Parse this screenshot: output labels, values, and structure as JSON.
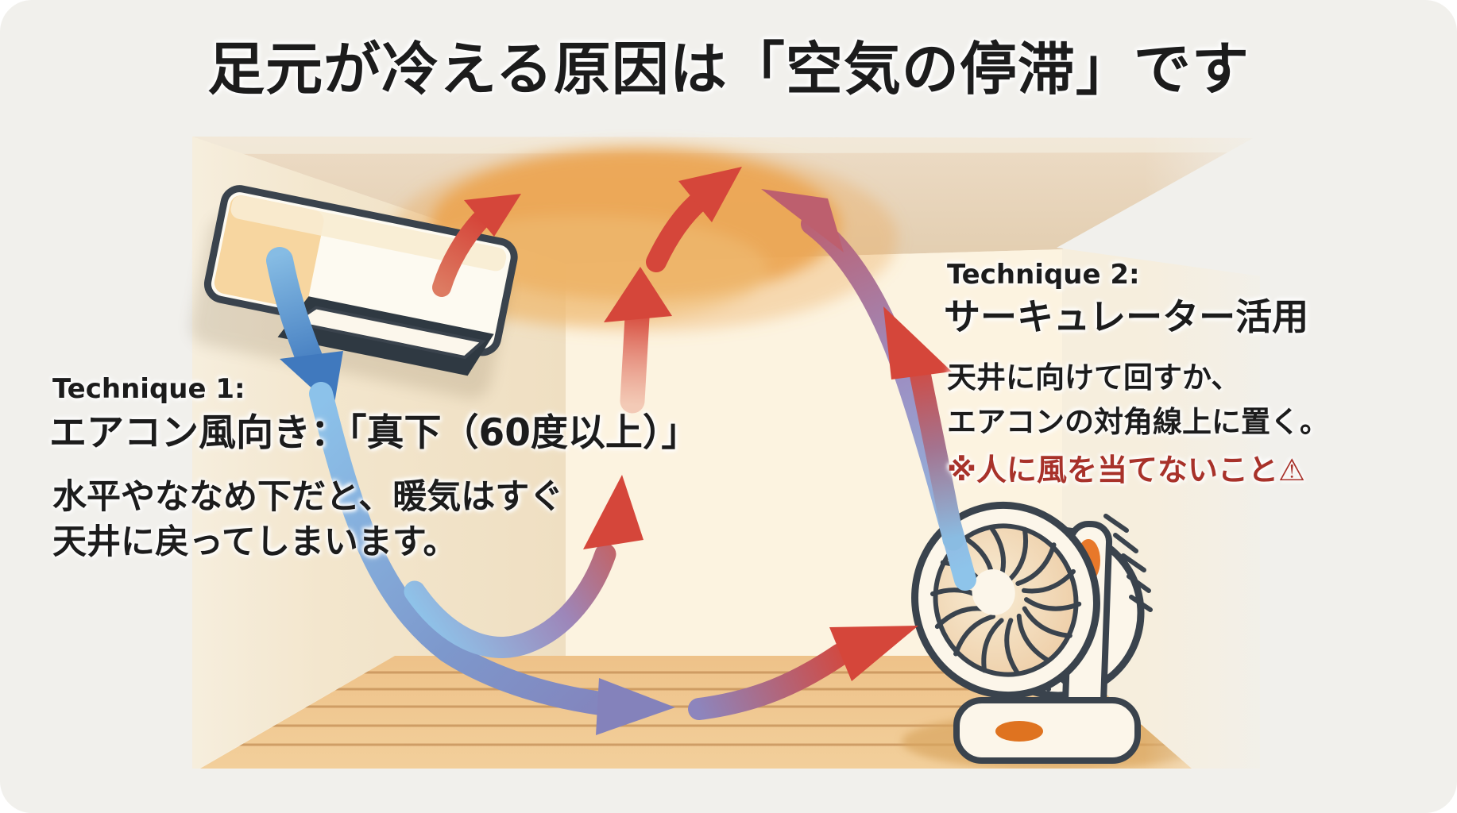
{
  "title": "足元が冷える原因は「空気の停滞」です",
  "technique1": {
    "label": "Technique 1:",
    "heading": "エアコン風向き：「真下（60度以上）」",
    "body": [
      "水平やななめ下だと、暖気はすぐ",
      "天井に戻ってしまいます。"
    ]
  },
  "technique2": {
    "label": "Technique 2:",
    "heading": "サーキュレーター活用",
    "body": [
      "天井に向けて回すか、",
      "エアコンの対角線上に置く。"
    ],
    "warning": "※人に風を当てないこと⚠"
  },
  "colors": {
    "page_background": "#f1f0ec",
    "text": "#1c1c1c",
    "warning_text": "#a8322a",
    "warm_arrow_red": "#d5463a",
    "cool_arrow_blue": "#6aa7dd",
    "transition_purple": "#8d85bd",
    "warm_air_pool": "#eca652",
    "outline_dark": "#3a434d",
    "accent_orange": "#e8782a",
    "wood_floor": "#f0c288"
  },
  "icons": {
    "warning_icon": "⚠",
    "air_conditioner": "wall-mounted-ac",
    "circulator": "circulator-fan"
  }
}
